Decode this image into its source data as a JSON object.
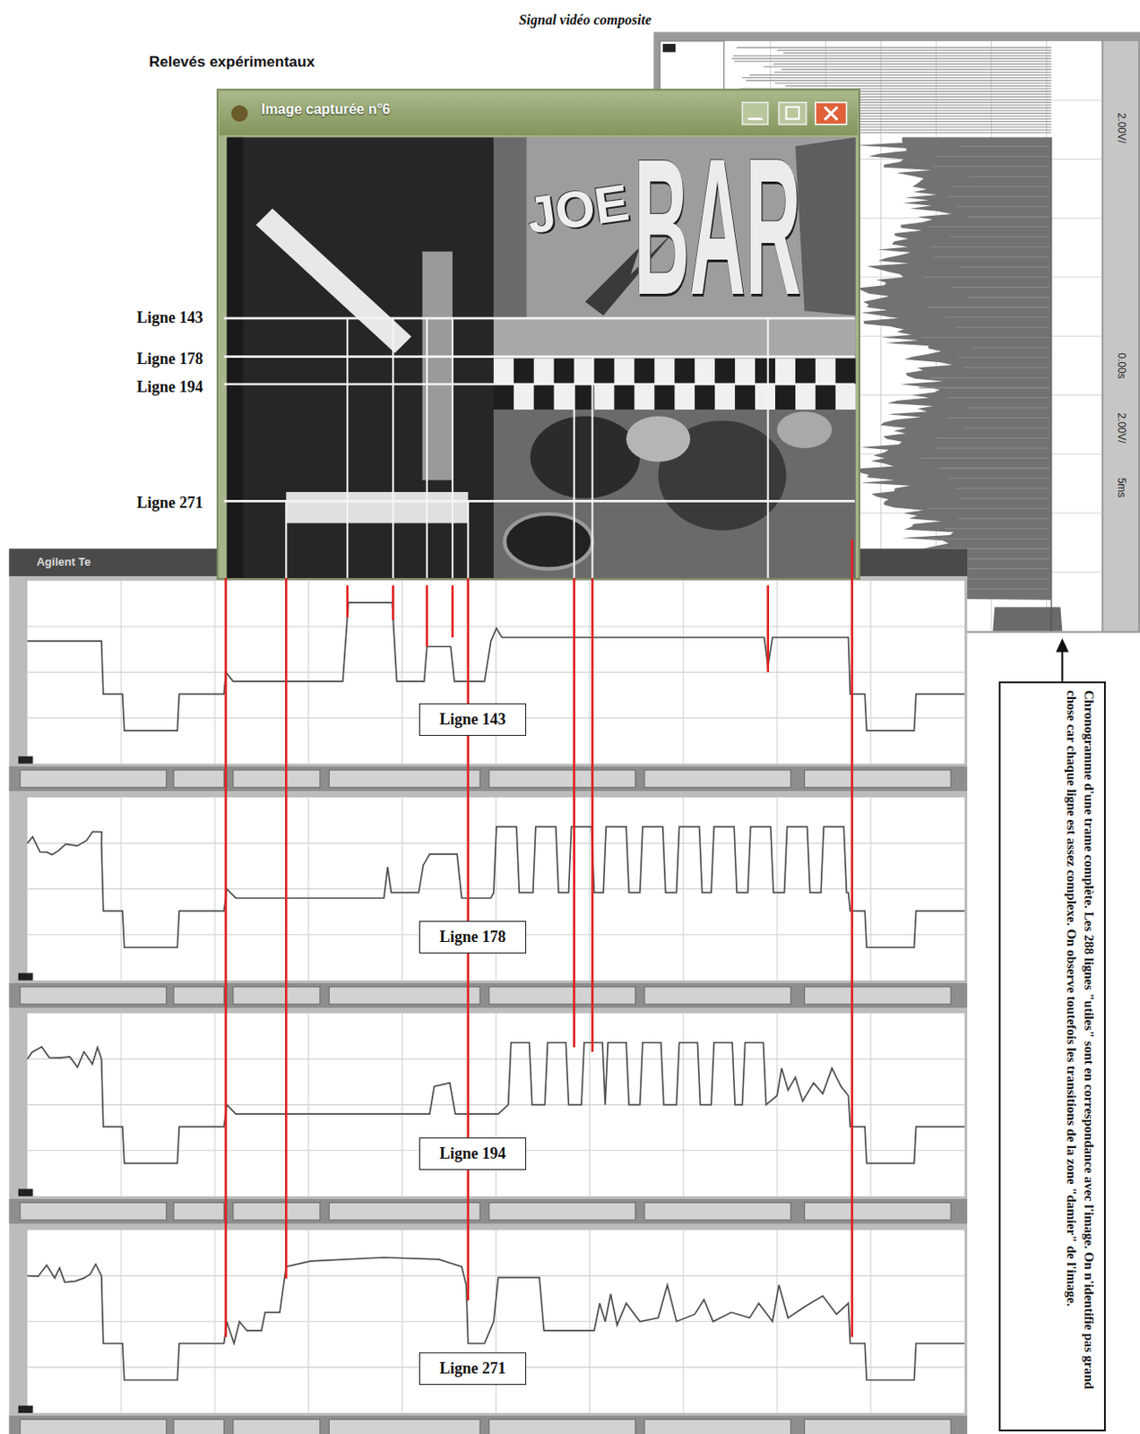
{
  "diagram": {
    "nodes": [
      {
        "text": [
          "Image capturée n°6"
        ]
      },
      {
        "text": [
          "Ligne 143"
        ]
      },
      {
        "text": [
          "Ligne 178"
        ]
      },
      {
        "text": [
          "Ligne 194"
        ]
      },
      {
        "text": [
          "Ligne 271"
        ]
      },
      {
        "text": [
          "Chronogramme d'une trame complète. Les 288 lignes \"utiles\" sont en correspondance avec l'image. On n'identifie pas grand chose car chaque ligne est assez complexe. On observe toutefois les transitions de la zone \"damier\" de l'image."
        ]
      }
    ],
    "labels": [
      "Signal vidéo composite",
      "Relevés expérimentaux",
      "2.00V/",
      "0.00s",
      "2.00V/",
      "5ms",
      "Ligne 143",
      "Ligne 178",
      "Ligne 194",
      "Ligne 271",
      "JOE",
      "BAR",
      "Agilent Te"
    ]
  }
}
